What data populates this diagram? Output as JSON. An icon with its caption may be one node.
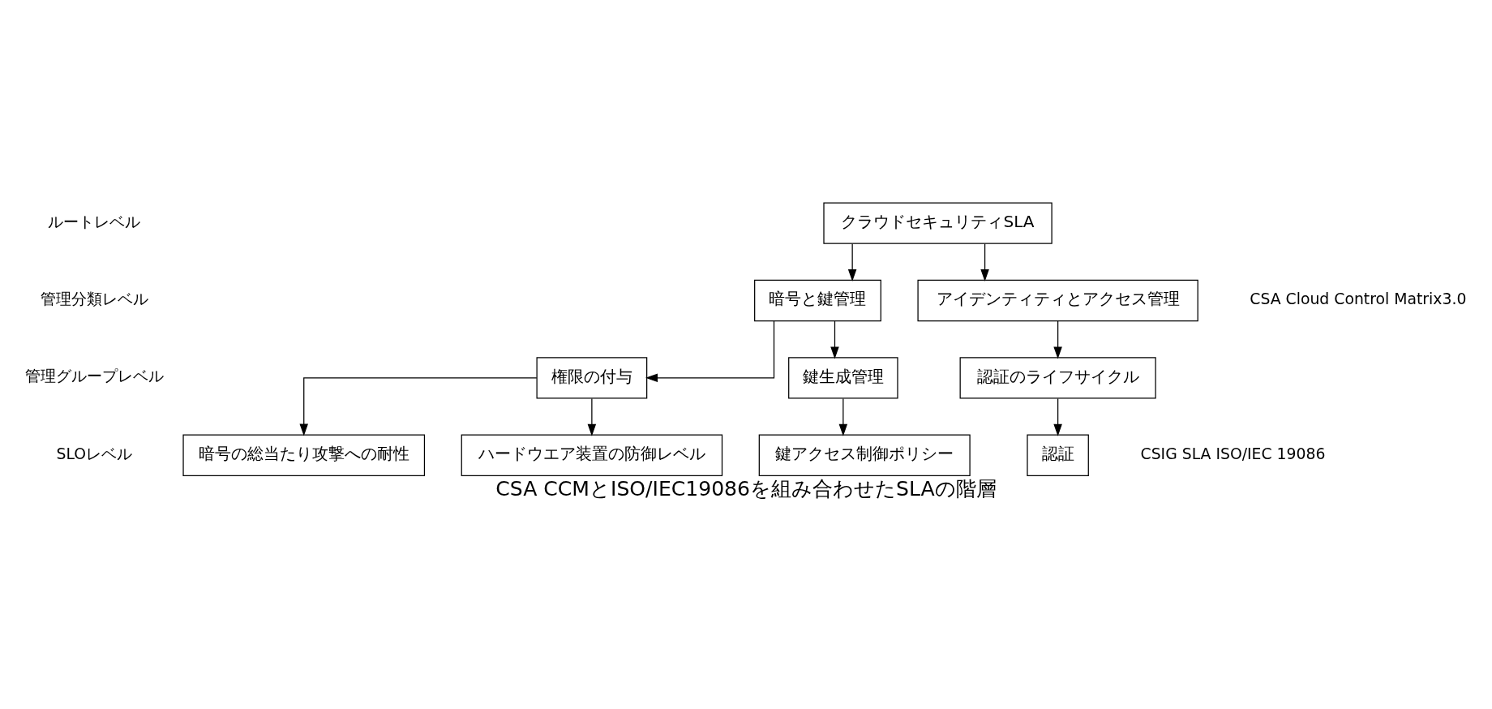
{
  "diagram": {
    "caption": "CSA CCMとISO/IEC19086を組み合わせたSLAの階層",
    "nodes": [
      {
        "text": [
          "クラウドセキュリティSLA"
        ]
      },
      {
        "text": [
          "暗号と鍵管理"
        ]
      },
      {
        "text": [
          "アイデンティティとアクセス管理"
        ]
      },
      {
        "text": [
          "権限の付与"
        ]
      },
      {
        "text": [
          "鍵生成管理"
        ]
      },
      {
        "text": [
          "認証のライフサイクル"
        ]
      },
      {
        "text": [
          "暗号の総当たり攻撃への耐性"
        ]
      },
      {
        "text": [
          "鍵アクセス制御ポリシー"
        ]
      },
      {
        "text": [
          "認証"
        ]
      },
      {
        "text": [
          "ハードウエア装置の防御レベル"
        ]
      }
    ],
    "edges": [
      {
        "from": 0,
        "to": 1,
        "arrow": "to"
      },
      {
        "from": 0,
        "to": 2,
        "arrow": "to"
      },
      {
        "from": 1,
        "to": 3,
        "arrow": "to"
      },
      {
        "from": 1,
        "to": 4,
        "arrow": "to"
      },
      {
        "from": 2,
        "to": 5,
        "arrow": "to"
      },
      {
        "from": 3,
        "to": 6,
        "arrow": "to"
      },
      {
        "from": 3,
        "to": 9,
        "arrow": "to"
      },
      {
        "from": 4,
        "to": 7,
        "arrow": "to"
      },
      {
        "from": 5,
        "to": 8,
        "arrow": "to"
      }
    ],
    "labels": [
      "ルートレベル",
      "管理分類レベル",
      "管理グループレベル",
      "SLOレベル",
      "CSA Cloud Control Matrix3.0",
      "CSIG SLA ISO/IEC 19086"
    ]
  }
}
